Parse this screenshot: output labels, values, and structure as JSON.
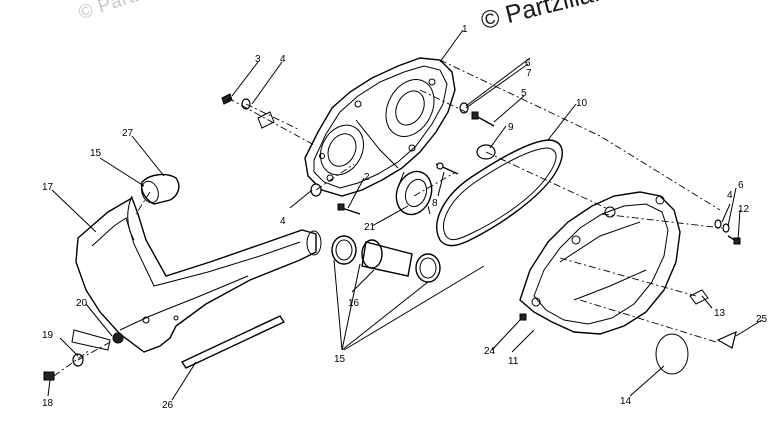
{
  "watermarks": {
    "faint": "© Partzilla.com",
    "bold": "© Partzilla.com"
  },
  "part_labels": [
    {
      "id": "1",
      "text": "1"
    },
    {
      "id": "2",
      "text": "2"
    },
    {
      "id": "3",
      "text": "3"
    },
    {
      "id": "4a",
      "text": "4"
    },
    {
      "id": "4b",
      "text": "4"
    },
    {
      "id": "4c",
      "text": "4"
    },
    {
      "id": "5",
      "text": "5"
    },
    {
      "id": "6a",
      "text": "6"
    },
    {
      "id": "6b",
      "text": "6"
    },
    {
      "id": "7",
      "text": "7"
    },
    {
      "id": "8",
      "text": "8"
    },
    {
      "id": "9",
      "text": "9"
    },
    {
      "id": "10",
      "text": "10"
    },
    {
      "id": "11",
      "text": "11"
    },
    {
      "id": "12",
      "text": "12"
    },
    {
      "id": "13",
      "text": "13"
    },
    {
      "id": "14",
      "text": "14"
    },
    {
      "id": "15a",
      "text": "15"
    },
    {
      "id": "15b",
      "text": "15"
    },
    {
      "id": "16",
      "text": "16"
    },
    {
      "id": "17",
      "text": "17"
    },
    {
      "id": "18",
      "text": "18"
    },
    {
      "id": "19",
      "text": "19"
    },
    {
      "id": "20",
      "text": "20"
    },
    {
      "id": "21",
      "text": "21"
    },
    {
      "id": "24",
      "text": "24"
    },
    {
      "id": "25",
      "text": "25"
    },
    {
      "id": "26",
      "text": "26"
    },
    {
      "id": "27",
      "text": "27"
    }
  ]
}
